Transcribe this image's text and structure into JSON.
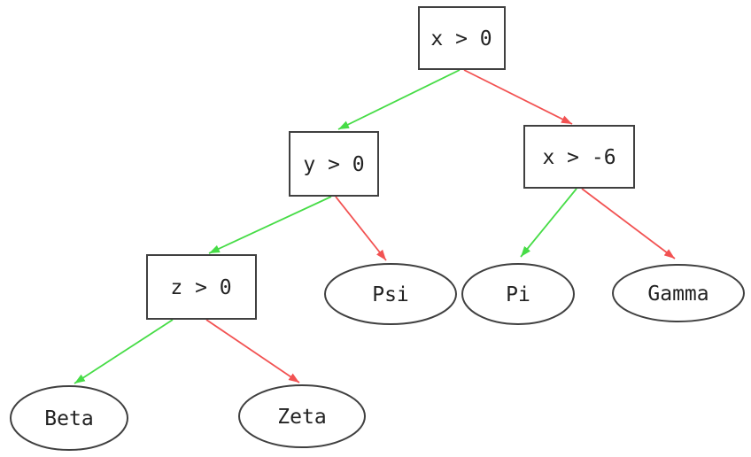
{
  "diagram": {
    "kind": "decision-tree",
    "nodes": {
      "x_gt_0": {
        "label": "x > 0",
        "shape": "box"
      },
      "y_gt_0": {
        "label": "y > 0",
        "shape": "box"
      },
      "x_gt_neg6": {
        "label": "x > -6",
        "shape": "box"
      },
      "z_gt_0": {
        "label": "z > 0",
        "shape": "box"
      },
      "psi": {
        "label": "Psi",
        "shape": "ellipse"
      },
      "pi": {
        "label": "Pi",
        "shape": "ellipse"
      },
      "gamma": {
        "label": "Gamma",
        "shape": "ellipse"
      },
      "beta": {
        "label": "Beta",
        "shape": "ellipse"
      },
      "zeta": {
        "label": "Zeta",
        "shape": "ellipse"
      }
    },
    "edges": [
      {
        "from": "x_gt_0",
        "to": "y_gt_0",
        "branch": "true"
      },
      {
        "from": "x_gt_0",
        "to": "x_gt_neg6",
        "branch": "false"
      },
      {
        "from": "y_gt_0",
        "to": "z_gt_0",
        "branch": "true"
      },
      {
        "from": "y_gt_0",
        "to": "psi",
        "branch": "false"
      },
      {
        "from": "x_gt_neg6",
        "to": "pi",
        "branch": "true"
      },
      {
        "from": "x_gt_neg6",
        "to": "gamma",
        "branch": "false"
      },
      {
        "from": "z_gt_0",
        "to": "beta",
        "branch": "true"
      },
      {
        "from": "z_gt_0",
        "to": "zeta",
        "branch": "false"
      }
    ],
    "colors": {
      "true_branch": "#46dc46",
      "false_branch": "#f25252",
      "node_border": "#404040",
      "node_fill": "#ffffff",
      "text": "#222222",
      "background": "#ffffff"
    }
  }
}
